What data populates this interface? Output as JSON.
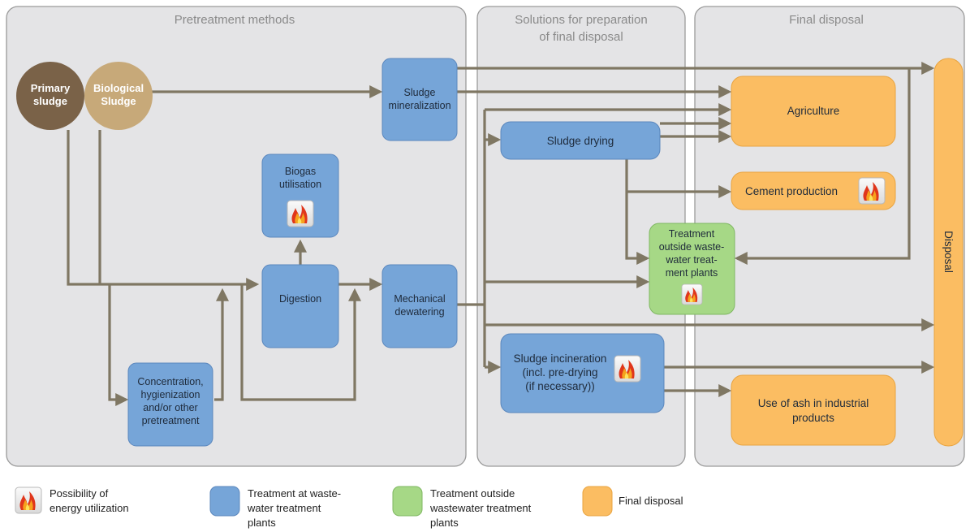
{
  "colors": {
    "panel_fill": "#e4e4e6",
    "panel_stroke": "#9a9a9a",
    "blue_box": "#76a5d8",
    "blue_box_stroke": "#5b87bd",
    "green_box": "#a6d886",
    "orange_box": "#fbbd62",
    "primary_circle": "#7a6248",
    "biological_circle": "#c7a979",
    "arrow": "#7f7763"
  },
  "panels": {
    "pretreatment": "Pretreatment methods",
    "solutions_line1": "Solutions for preparation",
    "solutions_line2": "of final disposal",
    "final": "Final disposal"
  },
  "sources": {
    "primary_line1": "Primary",
    "primary_line2": "sludge",
    "biological_line1": "Biological",
    "biological_line2": "Sludge"
  },
  "nodes": {
    "mineralization": [
      "Sludge",
      "mineralization"
    ],
    "biogas": [
      "Biogas",
      "utilisation"
    ],
    "digestion": "Digestion",
    "mechanical": [
      "Mechanical",
      "dewatering"
    ],
    "concentration": [
      "Concentration,",
      "hygienization",
      "and/or other",
      "pretreatment"
    ],
    "drying": "Sludge drying",
    "incineration": [
      "Sludge incineration",
      "(incl. pre-drying",
      "(if necessary))"
    ],
    "treatment_outside": [
      "Treatment",
      "outside waste-",
      "water treat-",
      "ment plants"
    ],
    "agriculture": "Agriculture",
    "cement": "Cement production",
    "ash": [
      "Use of ash in industrial",
      "products"
    ],
    "disposal": "Disposal"
  },
  "legend": {
    "energy": [
      "Possibility of",
      "energy utilization"
    ],
    "treatment_at": [
      "Treatment at waste-",
      "water treatment",
      "plants"
    ],
    "treatment_outside": [
      "Treatment outside",
      "wastewater treatment",
      "plants"
    ],
    "final_disposal": "Final disposal"
  },
  "icons": {
    "energy": "flame-icon"
  }
}
